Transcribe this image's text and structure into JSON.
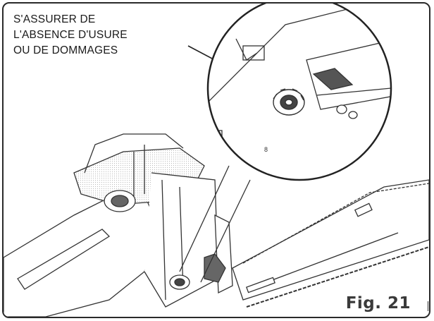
{
  "caption": {
    "lines": [
      "S'ASSURER DE",
      "L'ABSENCE D'USURE",
      "OU DE DOMMAGES"
    ]
  },
  "figure_label": "Fig. 21",
  "icons": [
    "chainsaw-illustration",
    "magnified-sprocket-detail",
    "leader-line"
  ]
}
